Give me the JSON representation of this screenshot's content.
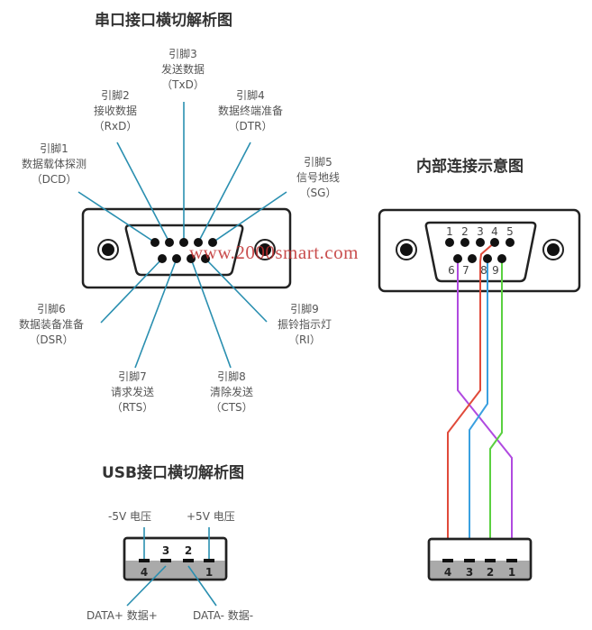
{
  "serial": {
    "title": "串口接口横切解析图",
    "pins": [
      {
        "pin": "引脚1",
        "name": "数据载体探测",
        "code": "（DCD）"
      },
      {
        "pin": "引脚2",
        "name": "接收数据",
        "code": "（RxD）"
      },
      {
        "pin": "引脚3",
        "name": "发送数据",
        "code": "（TxD）"
      },
      {
        "pin": "引脚4",
        "name": "数据终端准备",
        "code": "（DTR）"
      },
      {
        "pin": "引脚5",
        "name": "信号地线",
        "code": "（SG）"
      },
      {
        "pin": "引脚6",
        "name": "数据装备准备",
        "code": "（DSR）"
      },
      {
        "pin": "引脚7",
        "name": "请求发送",
        "code": "（RTS）"
      },
      {
        "pin": "引脚8",
        "name": "清除发送",
        "code": "（CTS）"
      },
      {
        "pin": "引脚9",
        "name": "振铃指示灯",
        "code": "（RI）"
      }
    ],
    "line_color": "#2a8fb0"
  },
  "internal": {
    "title": "内部连接示意图",
    "db9_top_numbers": [
      "1",
      "2",
      "3",
      "4",
      "5"
    ],
    "db9_bottom_numbers": [
      "6",
      "7",
      "8",
      "9"
    ],
    "usb_numbers": [
      "4",
      "3",
      "2",
      "1"
    ],
    "wires": [
      {
        "from_db9": "6",
        "to_usb": "1",
        "color": "#b04ae0"
      },
      {
        "from_db9": "4",
        "to_usb": "4",
        "color": "#e04a3a"
      },
      {
        "from_db9": "8",
        "to_usb": "3",
        "color": "#3aa0e0"
      },
      {
        "from_db9": "9",
        "to_usb": "2",
        "color": "#5ad040"
      }
    ]
  },
  "usb": {
    "title": "USB接口横切解析图",
    "labels": {
      "minus5v": "-5V 电压",
      "plus5v": "+5V 电压",
      "data_plus": "DATA+ 数据+",
      "data_minus": "DATA- 数据-"
    },
    "pin_numbers": {
      "p4": "4",
      "p3": "3",
      "p2": "2",
      "p1": "1"
    }
  },
  "watermark": "www.2000smart.com"
}
